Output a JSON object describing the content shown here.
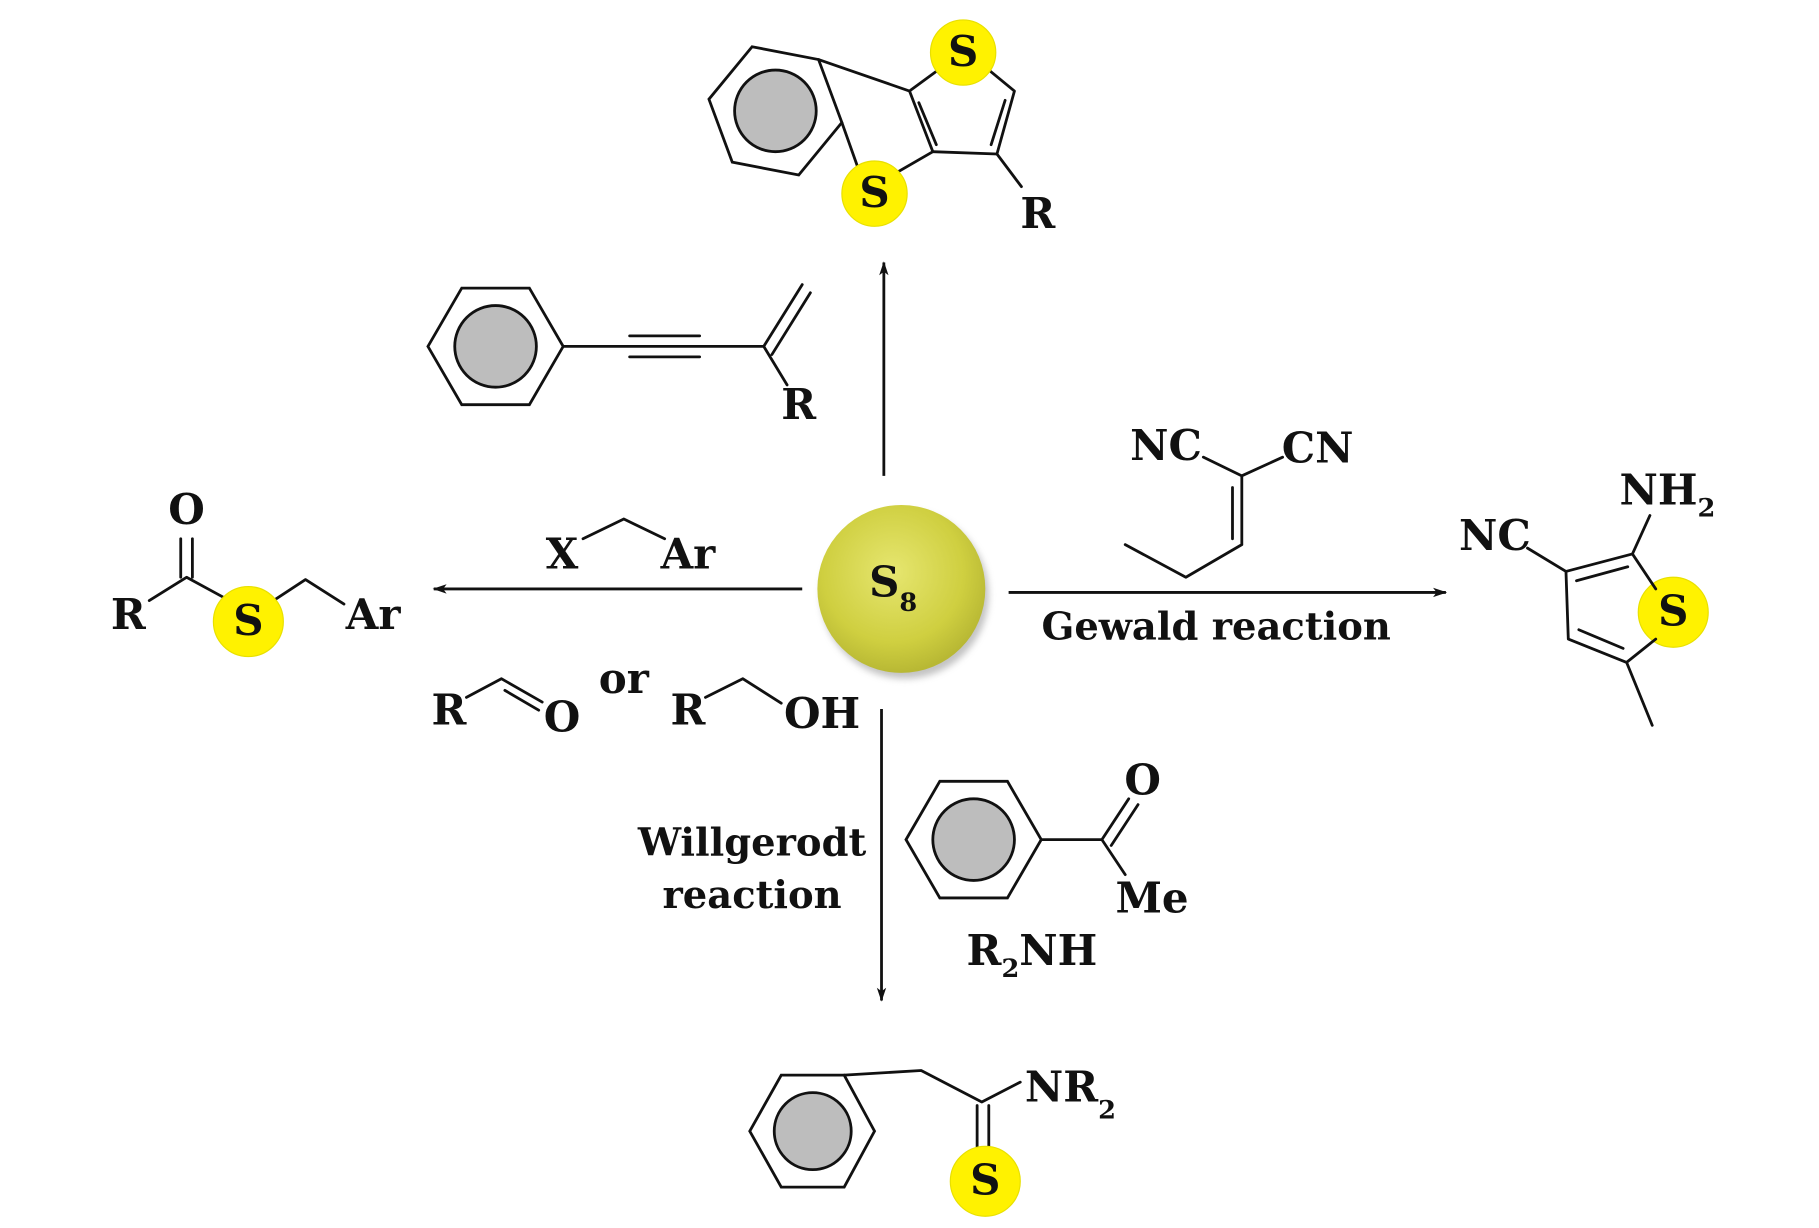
{
  "title": "Reactions of elemental sulfur (S8)",
  "center": {
    "label": "S",
    "subscript": "8",
    "color": "#d4d44a"
  },
  "highlight_color": "#fff200",
  "top": {
    "product": {
      "s1": "S",
      "s2": "S",
      "r": "R"
    },
    "reagent": {
      "r": "R"
    }
  },
  "left": {
    "reagent": {
      "x": "X",
      "ar": "Ar"
    },
    "product": {
      "o": "O",
      "r": "R",
      "s": "S",
      "ar": "Ar"
    },
    "alt_reagents": {
      "r1": "R",
      "o": "O",
      "or": "or",
      "r2": "R",
      "oh": "OH"
    }
  },
  "right": {
    "reaction_name": "Gewald reaction",
    "reagent": {
      "nc": "NC",
      "cn": "CN"
    },
    "product": {
      "nc": "NC",
      "nh": "NH",
      "nh_sub": "2",
      "s": "S"
    }
  },
  "bottom": {
    "reaction_name_line1": "Willgerodt",
    "reaction_name_line2": "reaction",
    "reagent": {
      "o": "O",
      "me": "Me",
      "amine": "R",
      "amine_sub": "2",
      "amine_rest": "NH"
    },
    "product": {
      "nr": "NR",
      "nr_sub": "2",
      "s": "S"
    }
  }
}
